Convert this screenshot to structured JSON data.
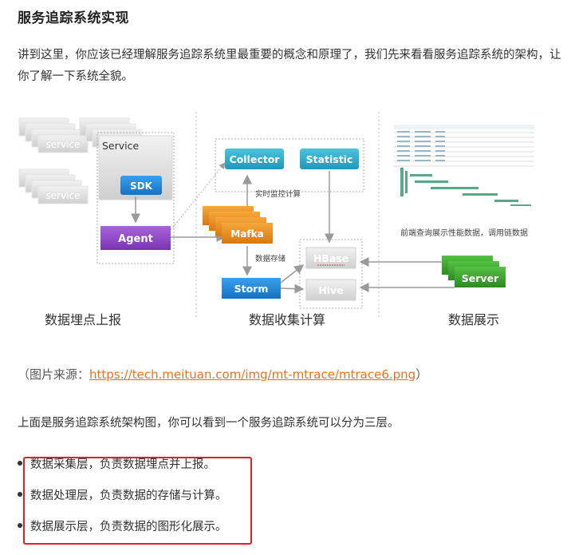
{
  "heading": "服务追踪系统实现",
  "intro": "讲到这里，你应该已经理解服务追踪系统里最重要的概念和原理了，我们先来看看服务追踪系统的架构，让你了解一下系统全貌。",
  "diagram": {
    "service_stack_label": "service",
    "service_box_label": "Service",
    "sdk": "SDK",
    "agent": "Agent",
    "mafka": "Mafka",
    "collector": "Collector",
    "statistic": "Statistic",
    "realtime_label": "实时监控计算",
    "storage_label": "数据存储",
    "storm": "Storm",
    "hbase": "HBase",
    "hive": "Hive",
    "server": "Server",
    "frontend_caption": "前端查询展示性能数据，调用链数据",
    "section_report": "数据埋点上报",
    "section_collect": "数据收集计算",
    "section_display": "数据展示",
    "colors": {
      "teal": "#2aa8c4",
      "blue": "#1e88d4",
      "purple": "#8e44c4",
      "orange": "#e8901c",
      "green": "#3aa02e",
      "gray": "#c8c8c8"
    }
  },
  "source": {
    "prefix": "（图片来源：",
    "url": "https://tech.meituan.com/img/mt-mtrace/mtrace6.png",
    "suffix": "）"
  },
  "description": "上面是服务追踪系统架构图，你可以看到一个服务追踪系统可以分为三层。",
  "layers": [
    "数据采集层，负责数据埋点并上报。",
    "数据处理层，负责数据的存储与计算。",
    "数据展示层，负责数据的图形化展示。"
  ]
}
